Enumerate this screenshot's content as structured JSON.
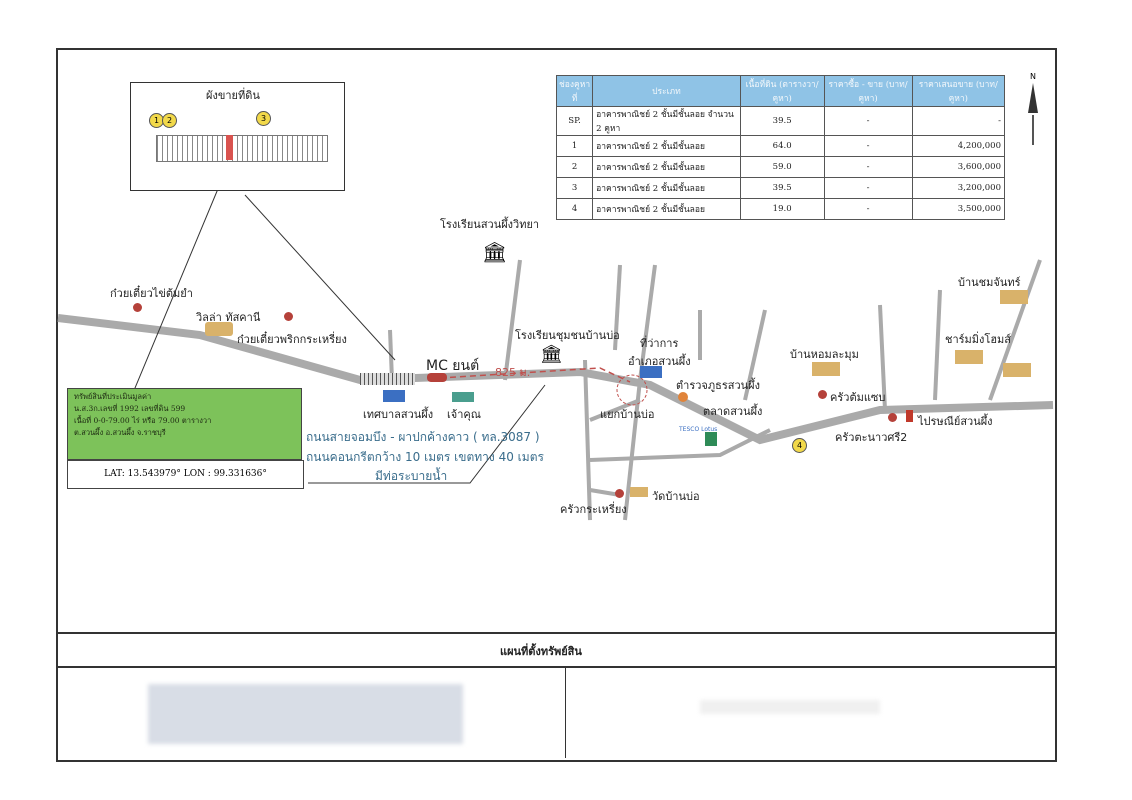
{
  "inset": {
    "title": "ผังขายที่ดิน",
    "markers": [
      "1",
      "2",
      "3"
    ]
  },
  "table": {
    "headers": [
      "ช่องคูหาที่",
      "ประเภท",
      "เนื้อที่ดิน (ตารางวา/คูหา)",
      "ราคาซื้อ - ขาย (บาท/คูหา)",
      "ราคาเสนอขาย (บาท/คูหา)"
    ],
    "rows": [
      [
        "SP.",
        "อาคารพาณิชย์ 2 ชั้นมีชั้นลอย จำนวน 2 คูหา",
        "39.5",
        "-",
        "-"
      ],
      [
        "1",
        "อาคารพาณิชย์ 2 ชั้นมีชั้นลอย",
        "64.0",
        "-",
        "4,200,000"
      ],
      [
        "2",
        "อาคารพาณิชย์ 2 ชั้นมีชั้นลอย",
        "59.0",
        "-",
        "3,600,000"
      ],
      [
        "3",
        "อาคารพาณิชย์ 2 ชั้นมีชั้นลอย",
        "39.5",
        "-",
        "3,200,000"
      ],
      [
        "4",
        "อาคารพาณิชย์ 2 ชั้นมีชั้นลอย",
        "19.0",
        "-",
        "3,500,000"
      ]
    ]
  },
  "compass": {
    "n": "N"
  },
  "places": {
    "school1": "โรงเรียนสวนผึ้งวิทยา",
    "noodle1": "ก๋วยเตี๋ยวไข่ต้มยำ",
    "villa": "วิลล่า ทัสคานี",
    "noodle2": "ก๋วยเตี๋ยวพริกกระเหรี่ยง",
    "mc": "MC ยนต์",
    "distance": "825 ม.",
    "school2": "โรงเรียนชุมชนบ้านบ่อ",
    "district1": "ที่ว่าการ",
    "district2": "อำเภอสวนผึ้ง",
    "police": "ตำรวจภูธรสวนผึ้ง",
    "market": "ตลาดสวนผึ้ง",
    "junction": "แยกบ้านบ่อ",
    "municipal": "เทศบาลสวนผึ้ง",
    "chaokhun": "เจ้าคุณ",
    "karen": "ครัวกระเหรี่ยง",
    "temple": "วัดบ้านบ่อ",
    "homelamun": "บ้านหอมละมุม",
    "tomsab": "ครัวต้มแซบ",
    "tanao": "ครัวตะนาวศรี2",
    "post": "ไปรษณีย์สวนผึ้ง",
    "chomjan": "บ้านชมจันทร์",
    "charming": "ชาร์มมิ่งโฮมส์",
    "tesco": "TESCO Lotus",
    "marker4": "4"
  },
  "road": {
    "line1": "ถนนสายจอมบึง - ผาปกค้างคาว ( ทล.3087 )",
    "line2": "ถนนคอนกรีตกว้าง 10 เมตร เขตทาง 40 เมตร",
    "line3": "มีท่อระบายน้ำ"
  },
  "property": {
    "line1": "ทรัพย์สินที่ประเมินมูลค่า",
    "line2": "น.ส.3ก.เลขที่ 1992 เลขที่ดิน 599",
    "line3": "เนื้อที่ 0-0-79.00 ไร่ หรือ 79.00 ตารางวา",
    "line4": "ต.สวนผึ้ง อ.สวนผึ้ง จ.ราชบุรี",
    "coords": "LAT: 13.543979° LON : 99.331636°"
  },
  "footer": {
    "title": "แผนที่ตั้งทรัพย์สิน"
  }
}
